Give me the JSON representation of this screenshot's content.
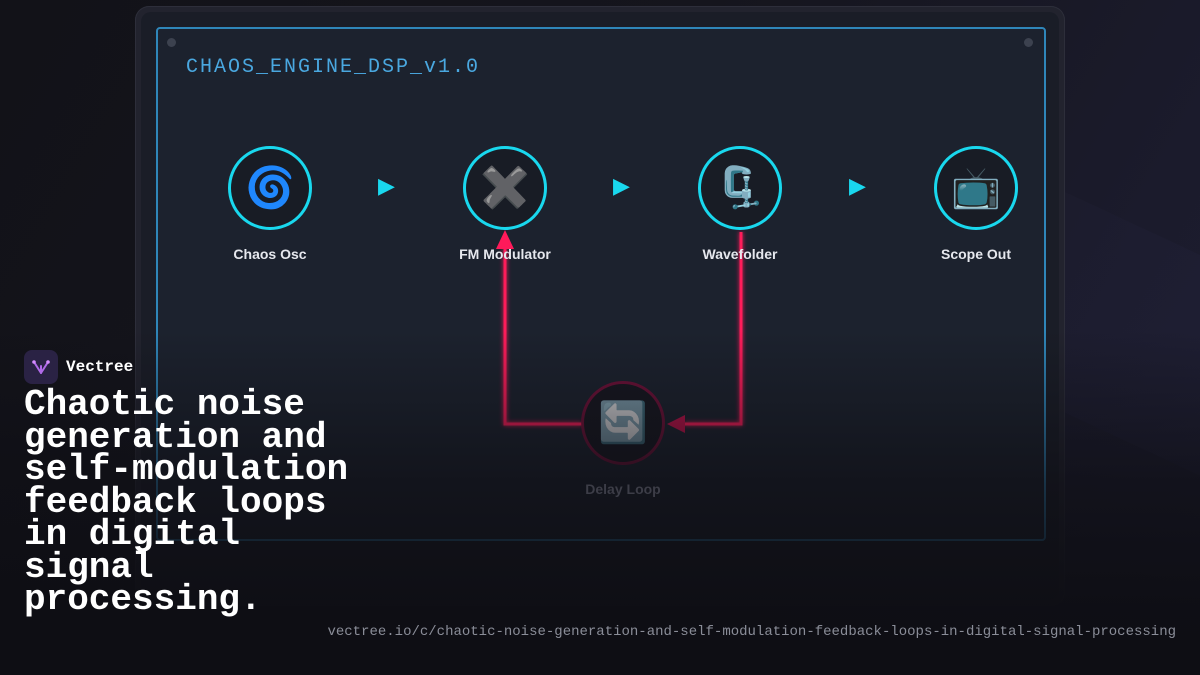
{
  "panel": {
    "title": "CHAOS_ENGINE_DSP_v1.0"
  },
  "nodes": [
    {
      "id": "chaos-osc",
      "label": "Chaos Osc",
      "icon": "cyclone-icon",
      "glyph": "🌀"
    },
    {
      "id": "fm-modulator",
      "label": "FM Modulator",
      "icon": "multiply-x-icon",
      "glyph": "✖️"
    },
    {
      "id": "wavefolder",
      "label": "Wavefolder",
      "icon": "clamp-icon",
      "glyph": "🗜️"
    },
    {
      "id": "scope-out",
      "label": "Scope Out",
      "icon": "television-icon",
      "glyph": "📺"
    },
    {
      "id": "delay-loop",
      "label": "Delay Loop",
      "icon": "cycle-arrows-icon",
      "glyph": "🔄"
    }
  ],
  "flow_arrow_glyph": "▶",
  "colors": {
    "node_border": "#19d8ee",
    "feedback_wire": "#ff1a5a",
    "panel_title": "#4aa8e0"
  },
  "brand": {
    "name": "Vectree"
  },
  "headline": "Chaotic noise generation and self-modulation feedback loops in digital signal processing.",
  "url": "vectree.io/c/chaotic-noise-generation-and-self-modulation-feedback-loops-in-digital-signal-processing"
}
